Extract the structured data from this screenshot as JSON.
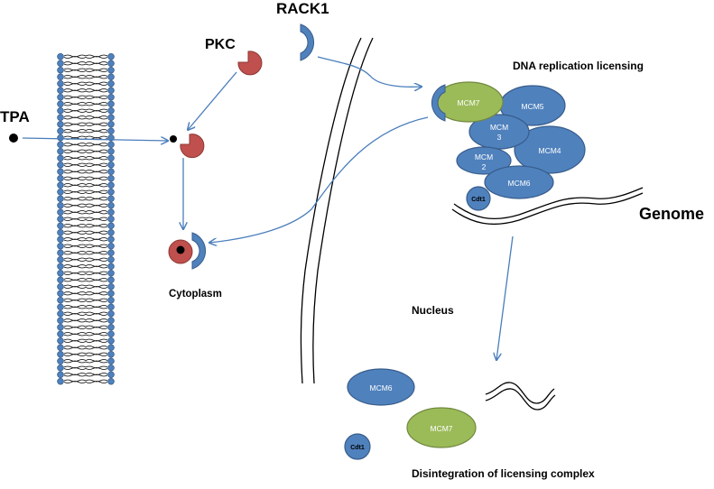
{
  "labels": {
    "tpa": "TPA",
    "pkc": "PKC",
    "rack1": "RACK1",
    "dna_replication_licensing": "DNA replication licensing",
    "genome": "Genome",
    "cytoplasm": "Cytoplasm",
    "nucleus": "Nucleus",
    "disintegration": "Disintegration of licensing complex"
  },
  "proteins": {
    "mcm7": "MCM7",
    "mcm5": "MCM5",
    "mcm3_line1": "MCM",
    "mcm3_line2": "3",
    "mcm4": "MCM4",
    "mcm2_line1": "MCM",
    "mcm2_line2": "2",
    "mcm6": "MCM6",
    "cdt1": "Cdt1"
  },
  "colors": {
    "blue_fill": "#4f81bd",
    "blue_stroke": "#385d8a",
    "green_fill": "#9bbb59",
    "green_stroke": "#71893f",
    "red_fill": "#c0504d",
    "red_stroke": "#8c3836",
    "arrow": "#4a7ebb"
  }
}
